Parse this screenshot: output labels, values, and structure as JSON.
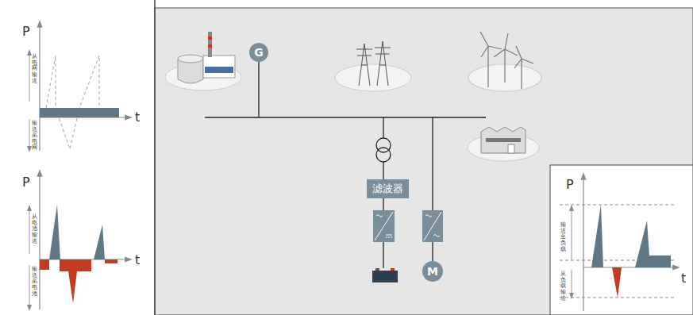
{
  "diagram": {
    "nodes": [
      {
        "text": [
          "G"
        ]
      },
      {
        "text": [
          "滤波器"
        ]
      },
      {
        "text": [
          "M"
        ]
      }
    ],
    "labels": [
      "P",
      "t",
      "从电网输送",
      "输送至电网",
      "P",
      "t",
      "从电池输送",
      "输送至电池",
      "P",
      "t",
      "输送至负载",
      "从负载输送"
    ]
  }
}
